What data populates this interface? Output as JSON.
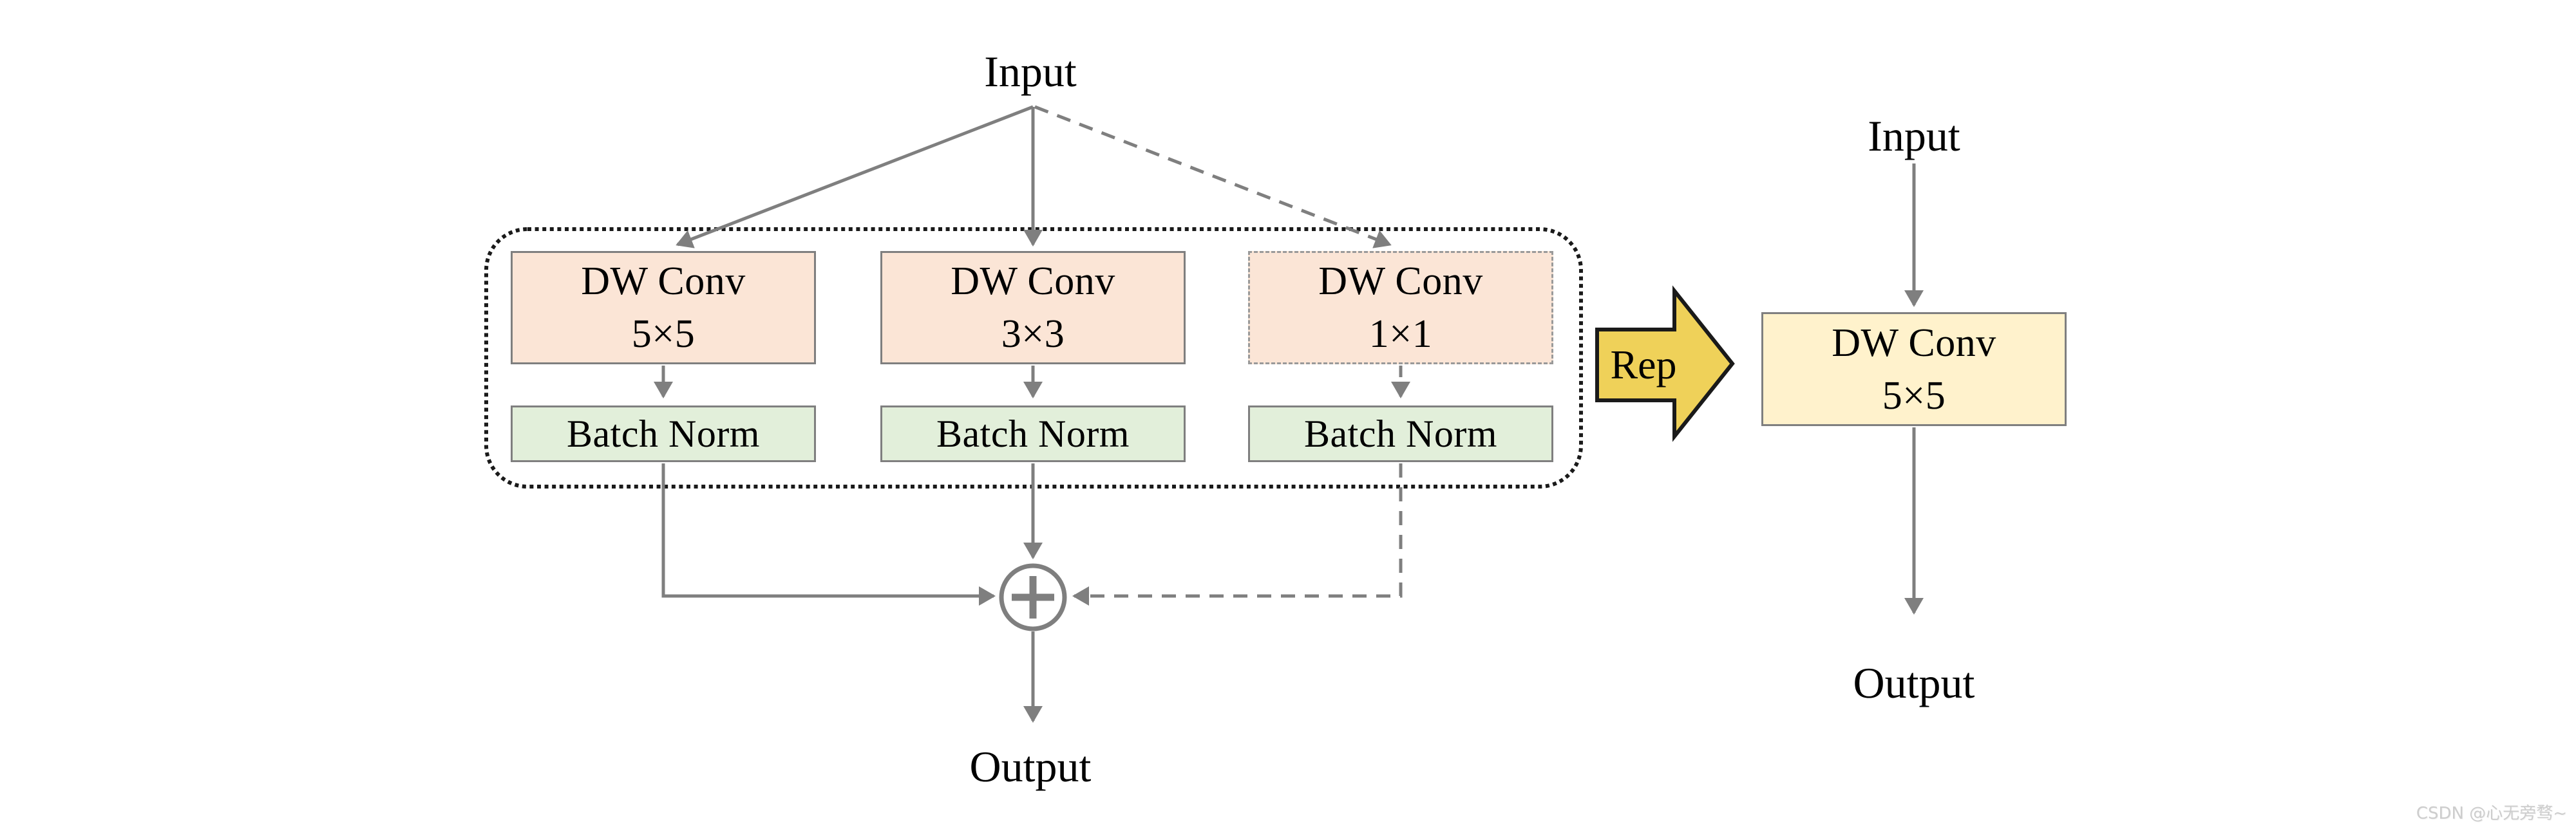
{
  "diagram": {
    "training_block": {
      "input_label": "Input",
      "output_label": "Output",
      "branches": [
        {
          "conv_line1": "DW Conv",
          "conv_line2": "5×5",
          "bn_label": "Batch Norm"
        },
        {
          "conv_line1": "DW Conv",
          "conv_line2": "3×3",
          "bn_label": "Batch Norm"
        },
        {
          "conv_line1": "DW Conv",
          "conv_line2": "1×1",
          "bn_label": "Batch Norm"
        }
      ],
      "sum_symbol": "+"
    },
    "rep_arrow_label": "Rep",
    "deployed_block": {
      "input_label": "Input",
      "conv_line1": "DW Conv",
      "conv_line2": "5×5",
      "output_label": "Output"
    },
    "colors": {
      "conv_fill": "#FBE5D6",
      "bn_fill": "#E2EFDA",
      "deploy_fill": "#FFF2CC",
      "rep_arrow_fill": "#EFD159",
      "wire_gray": "#7F7F7F",
      "container_dotted": "#1a1a1a"
    }
  },
  "watermark": "CSDN @心无旁骛~"
}
